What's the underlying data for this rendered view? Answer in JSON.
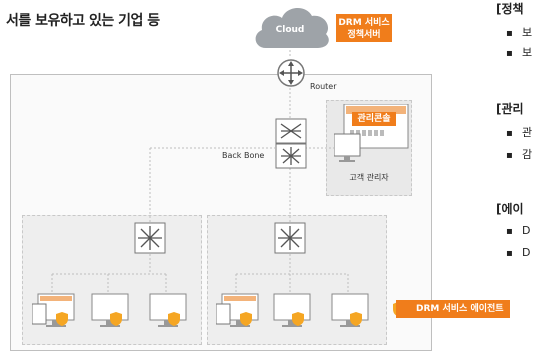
{
  "heading": "서를 보유하고 있는 기업 등",
  "cloud_label": "Cloud",
  "drm_server": {
    "line1": "DRM 서비스",
    "line2": "정책서버"
  },
  "router_label": "Router",
  "backbone_label": "Back Bone",
  "console_label": "관리콘솔",
  "customer_admin_label": "고객 관리자",
  "agent_label": "DRM 서비스 에이전트",
  "right_panel": {
    "sections": [
      {
        "title": "[정책",
        "items": [
          "보",
          "보"
        ]
      },
      {
        "title": "[관리",
        "items": [
          "관",
          "감"
        ]
      },
      {
        "title": "[에이",
        "items": [
          "D",
          "D"
        ]
      }
    ]
  },
  "colors": {
    "accent": "#f07d1b",
    "cloud": "#9ea3a8",
    "line": "#bdbdbd",
    "shield": "#f5a623"
  }
}
